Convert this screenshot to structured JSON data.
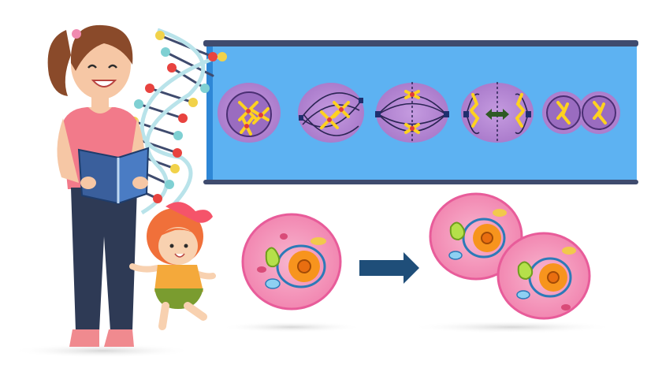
{
  "illustration": {
    "subject": "mitosis-cell-division",
    "mitosis_stages": [
      "prophase",
      "prometaphase",
      "metaphase",
      "anaphase",
      "telophase"
    ],
    "figures": [
      "teacher-holding-book",
      "toddler-girl",
      "dna-double-helix"
    ],
    "colors": {
      "panel": "#5db2f2",
      "panel_rail": "#3f4b6e",
      "cell_membrane": "#e85c9a",
      "cell_fill": "#f49bbd",
      "nucleus": "#f7941d",
      "stage_cell": "#b989d6",
      "chromosome": "#ffd21f",
      "arrow": "#1f4e79"
    }
  }
}
